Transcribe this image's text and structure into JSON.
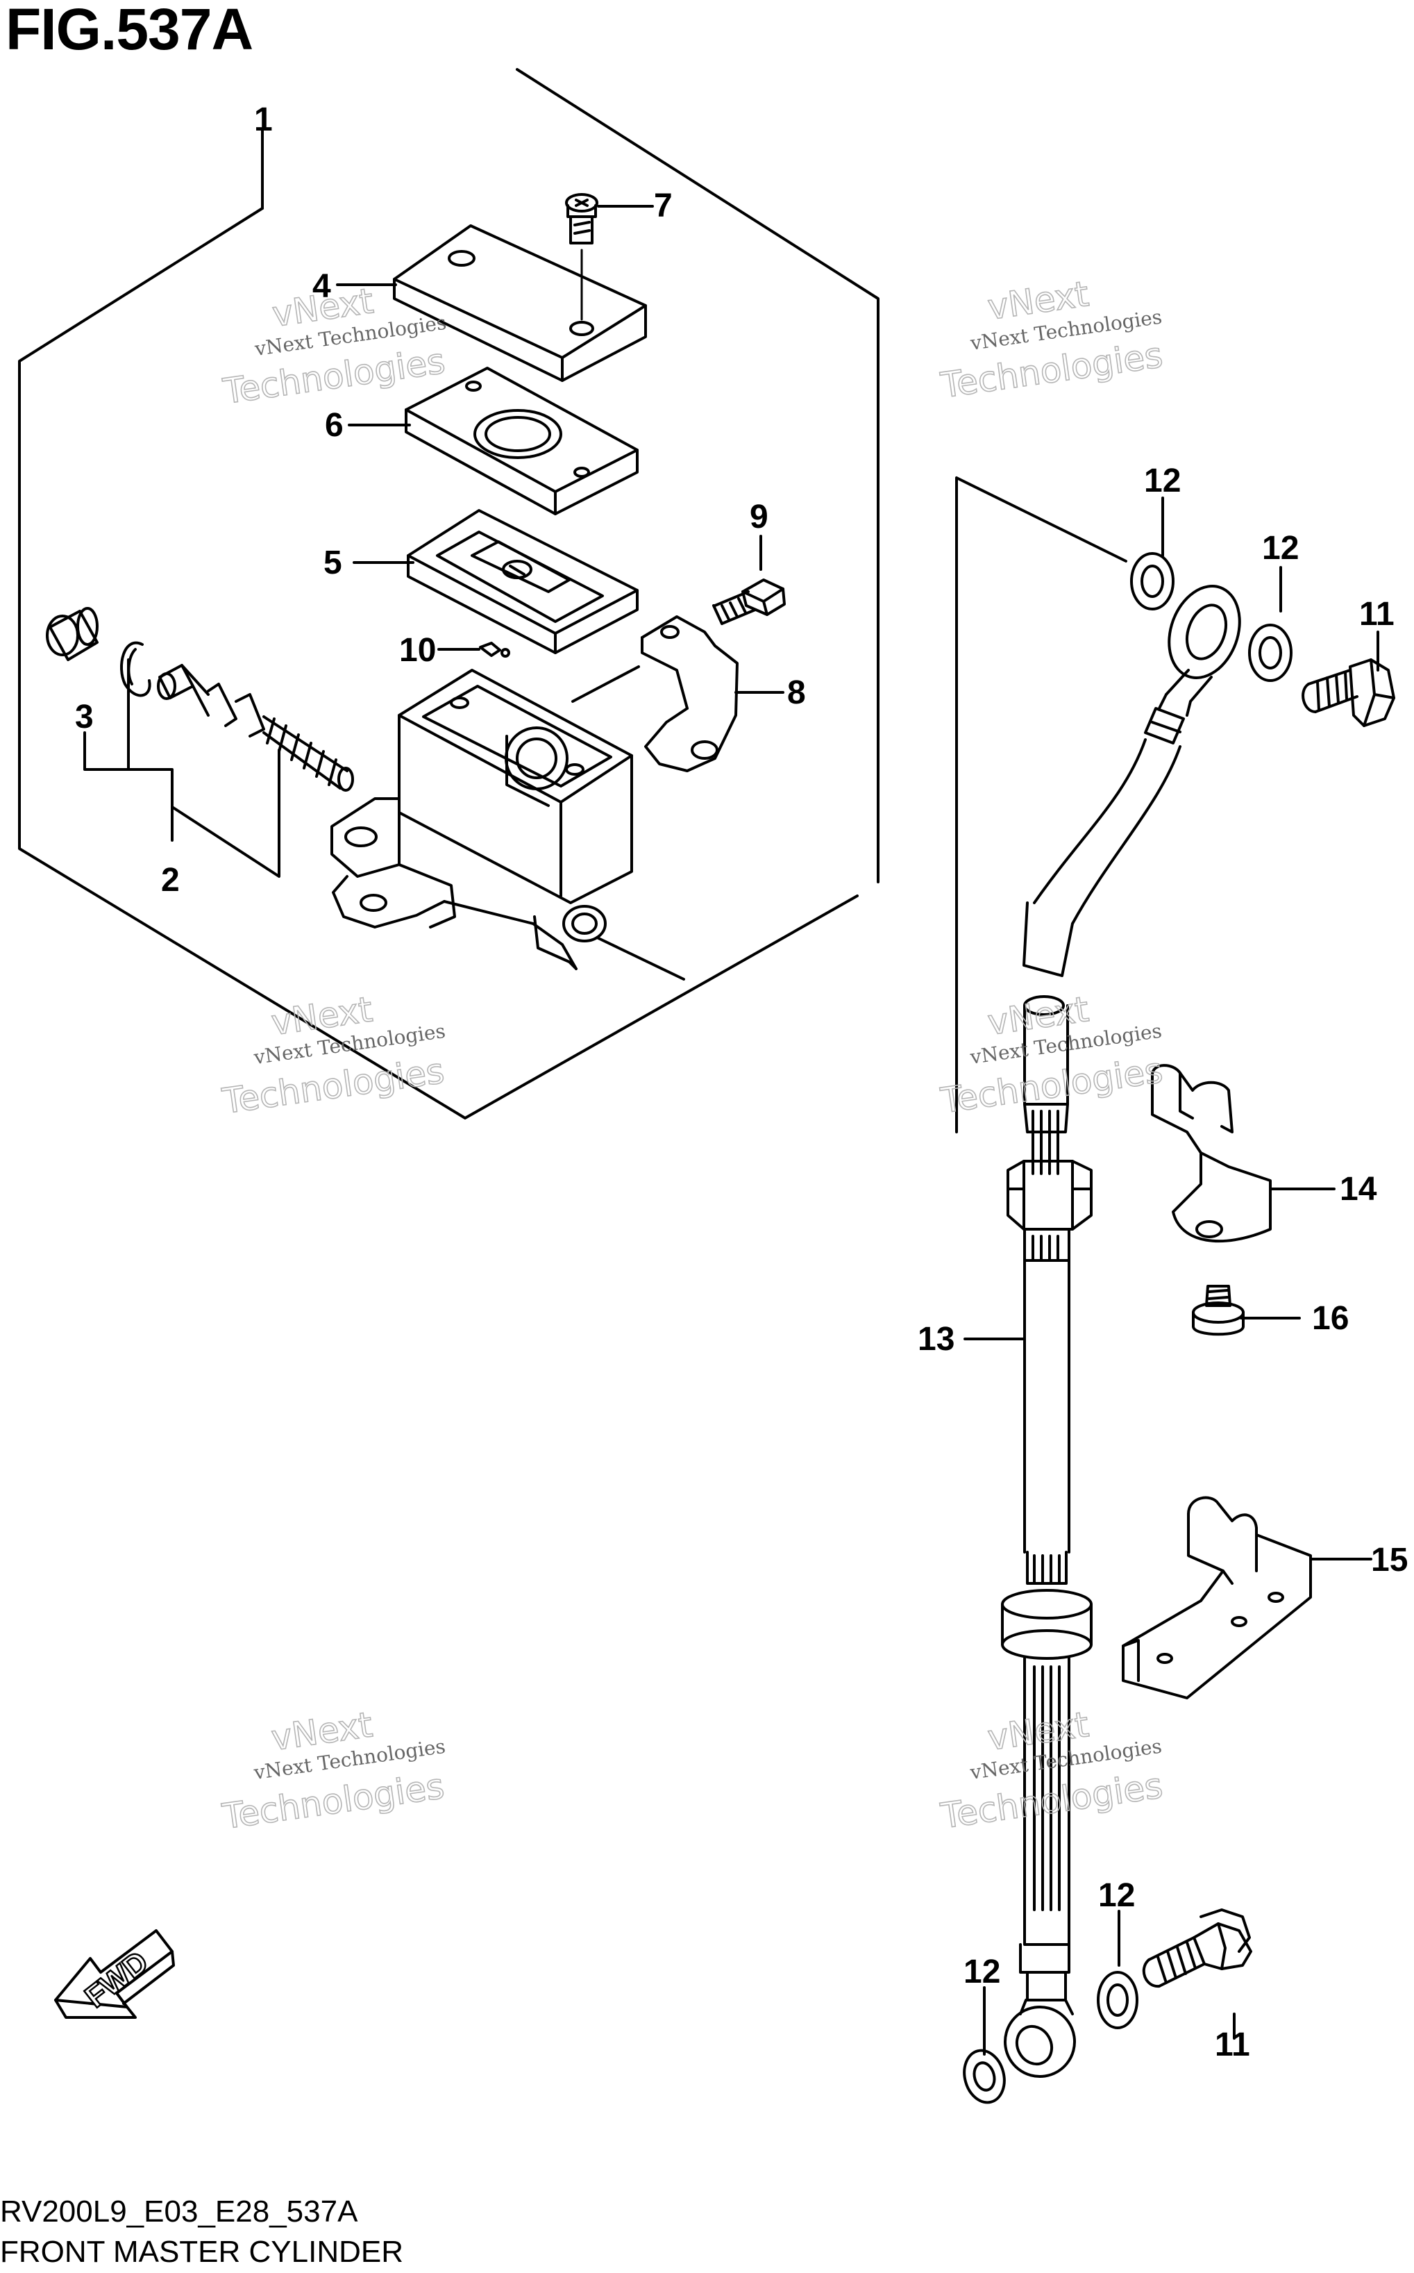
{
  "figure": {
    "title": "FIG.537A",
    "code": "RV200L9_E03_E28_537A",
    "caption": "FRONT MASTER CYLINDER"
  },
  "callouts": {
    "c1": "1",
    "c2": "2",
    "c3": "3",
    "c4": "4",
    "c5": "5",
    "c6": "6",
    "c7": "7",
    "c8": "8",
    "c9": "9",
    "c10": "10",
    "c11a": "11",
    "c11b": "11",
    "c12a": "12",
    "c12b": "12",
    "c12c": "12",
    "c12d": "12",
    "c13": "13",
    "c14": "14",
    "c15": "15",
    "c16": "16"
  },
  "watermarks": [
    {
      "small": "vNext Technologies",
      "big": "Technologies",
      "sub": "vNext"
    },
    {
      "small": "vNext Technologies",
      "big": "Technologies",
      "sub": "vNext"
    },
    {
      "small": "vNext Technologies",
      "big": "Technologies",
      "sub": "vNext"
    },
    {
      "small": "vNext Technologies",
      "big": "Technologies",
      "sub": "vNext"
    },
    {
      "small": "vNext Technologies",
      "big": "Technologies",
      "sub": "vNext"
    },
    {
      "small": "vNext Technologies",
      "big": "Technologies",
      "sub": "vNext"
    }
  ],
  "fwd": {
    "label": "FWD"
  }
}
